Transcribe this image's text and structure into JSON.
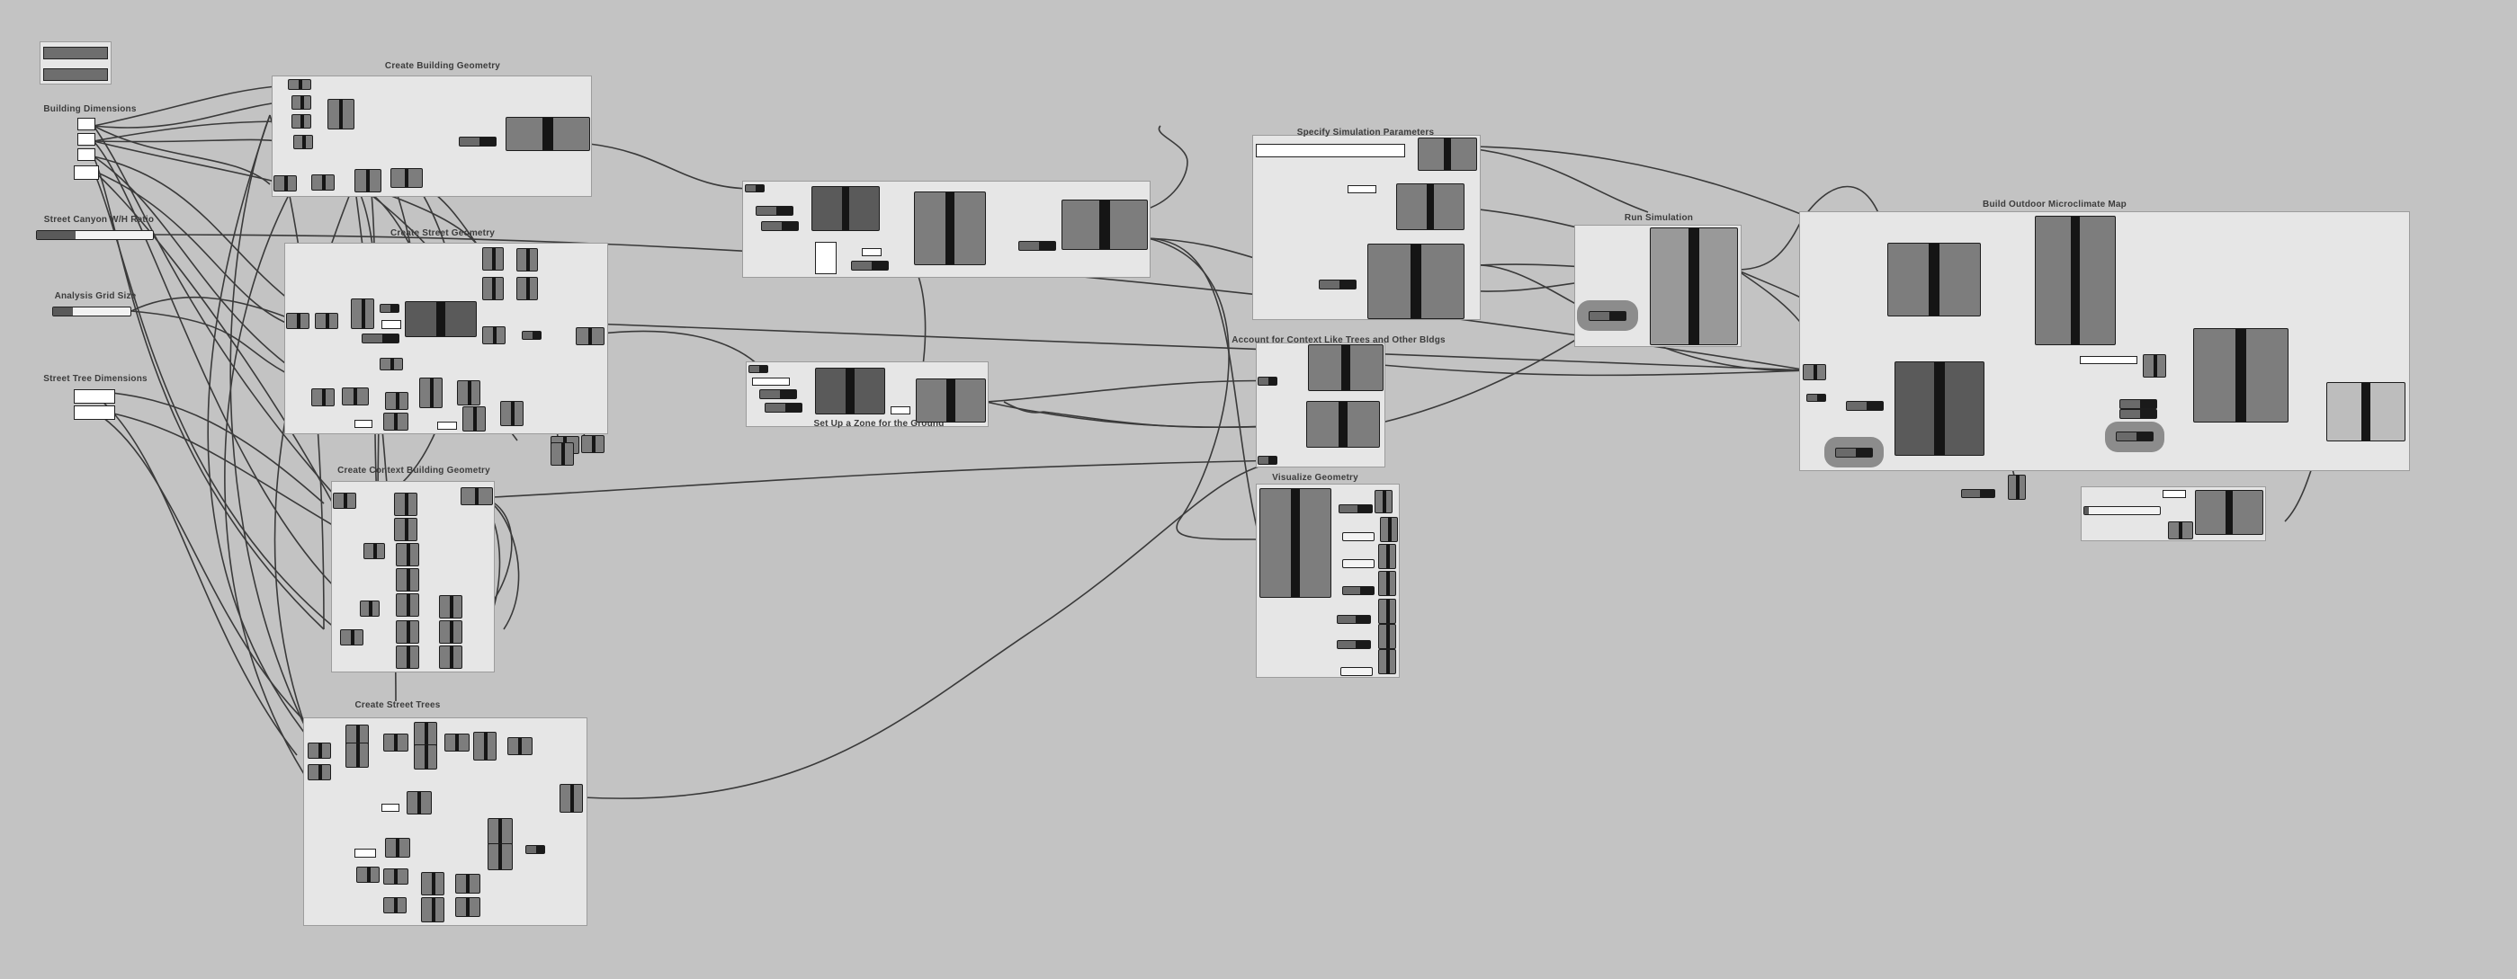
{
  "groups": {
    "create_building_geometry": "Create Building Geometry",
    "create_street_geometry": "Create Street Geometry",
    "create_context_geometry": "Create Context Building Geometry",
    "create_street_trees": "Create Street Trees",
    "set_up_zone": "Set Up a Zone for the Ground",
    "specify_simulation_parameters": "Specify Simulation Parameters",
    "account_for_context": "Account for Context Like Trees and Other Bldgs",
    "visualize_geometry": "Visualize Geometry",
    "run_simulation": "Run Simulation",
    "build_outdoor_microclimate_map": "Build Outdoor Microclimate Map"
  },
  "params": {
    "building_dimensions": "Building Dimensions",
    "street_canyon_ratio": "Street Canyon W/H Ratio",
    "analysis_grid_size": "Analysis Grid Size",
    "street_tree_dimensions": "Street Tree Dimensions"
  },
  "sliders": {
    "street_canyon_ratio": 0.33,
    "analysis_grid_size": 0.25,
    "bottom_right": 0.06
  },
  "colors": {
    "canvas": "#c3c3c3",
    "group": "#e6e6e6",
    "wire": "#3a3a3a",
    "component": "#7d7d7d"
  }
}
